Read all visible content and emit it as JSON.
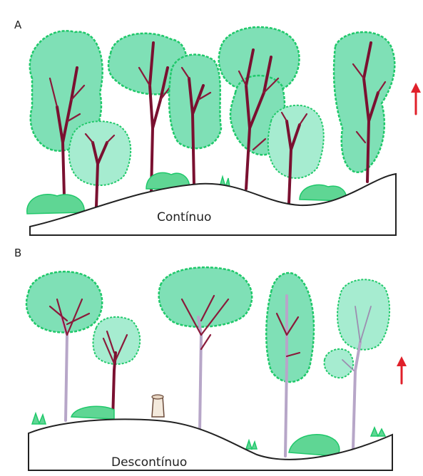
{
  "panels": {
    "a": {
      "letter": "A",
      "caption": "Contínuo"
    },
    "b": {
      "letter": "B",
      "caption": "Descontínuo"
    }
  },
  "colors": {
    "foliage": "#7fe0b6",
    "foliage_outline": "#1fc86a",
    "trunk": "#7a1030",
    "arrow": "#e0202a"
  },
  "icons": {
    "arrow": "upward-arrow-icon"
  }
}
